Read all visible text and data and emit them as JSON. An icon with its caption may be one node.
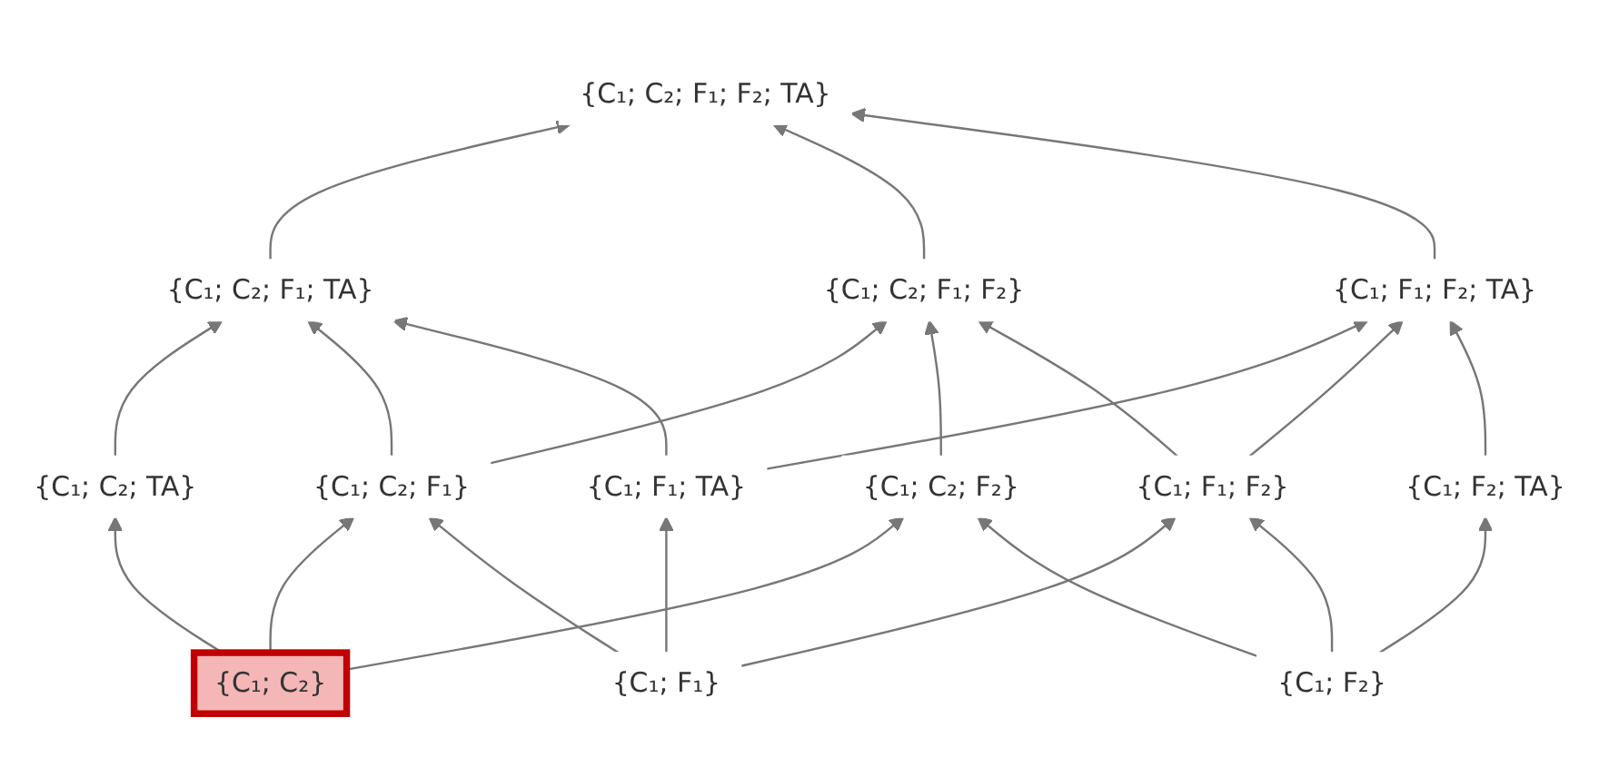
{
  "diagram": {
    "nodes": [
      {
        "text": [
          "{C₁; C₂; F₁; F₂; TA}"
        ]
      },
      {
        "text": [
          "{C₁; C₂; F₁; TA}"
        ]
      },
      {
        "text": [
          "{C₁; C₂; F₁; F₂}"
        ]
      },
      {
        "text": [
          "{C₁; F₁; F₂; TA}"
        ]
      },
      {
        "text": [
          "{C₁; C₂; TA}"
        ]
      },
      {
        "text": [
          "{C₁; C₂; F₁}"
        ]
      },
      {
        "text": [
          "{C₁; F₁; TA}"
        ]
      },
      {
        "text": [
          "{C₁; C₂; F₂}"
        ]
      },
      {
        "text": [
          "{C₁; F₁; F₂}"
        ]
      },
      {
        "text": [
          "{C₁; F₂; TA}"
        ]
      },
      {
        "text": [
          "{C₁; C₂}"
        ]
      },
      {
        "text": [
          "{C₁; F₁}"
        ]
      },
      {
        "text": [
          "{C₁; F₂}"
        ]
      }
    ],
    "edges": [
      {
        "from": 1,
        "to": 0,
        "arrow": "to"
      },
      {
        "from": 2,
        "to": 0,
        "arrow": "to"
      },
      {
        "from": 3,
        "to": 0,
        "arrow": "to"
      },
      {
        "from": 4,
        "to": 1,
        "arrow": "to"
      },
      {
        "from": 5,
        "to": 1,
        "arrow": "to"
      },
      {
        "from": 5,
        "to": 2,
        "arrow": "to"
      },
      {
        "from": 6,
        "to": 1,
        "arrow": "to"
      },
      {
        "from": 6,
        "to": 3,
        "arrow": "to"
      },
      {
        "from": 7,
        "to": 2,
        "arrow": "to"
      },
      {
        "from": 8,
        "to": 2,
        "arrow": "to"
      },
      {
        "from": 8,
        "to": 3,
        "arrow": "to"
      },
      {
        "from": 9,
        "to": 3,
        "arrow": "to"
      },
      {
        "from": 10,
        "to": 4,
        "arrow": "to"
      },
      {
        "from": 10,
        "to": 5,
        "arrow": "to"
      },
      {
        "from": 10,
        "to": 7,
        "arrow": "to"
      },
      {
        "from": 11,
        "to": 5,
        "arrow": "to"
      },
      {
        "from": 11,
        "to": 6,
        "arrow": "to"
      },
      {
        "from": 11,
        "to": 8,
        "arrow": "to"
      },
      {
        "from": 12,
        "to": 7,
        "arrow": "to"
      },
      {
        "from": 12,
        "to": 8,
        "arrow": "to"
      },
      {
        "from": 12,
        "to": 9,
        "arrow": "to"
      }
    ]
  }
}
